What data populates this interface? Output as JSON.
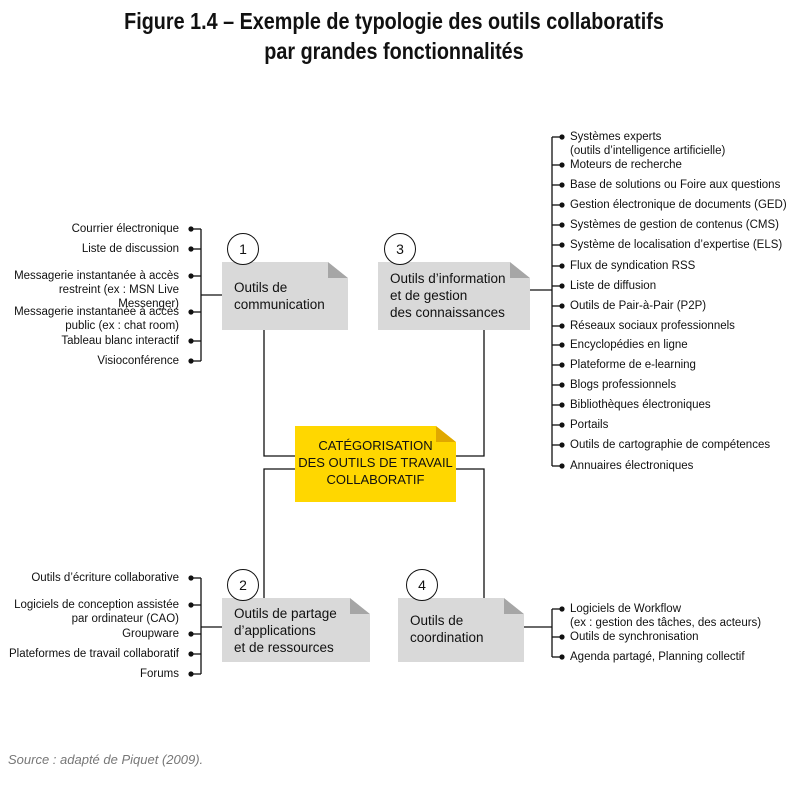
{
  "title": {
    "line1": "Figure 1.4 – Exemple de typologie des outils collaboratifs",
    "line2": "par grandes fonctionnalités"
  },
  "center": {
    "label": "CATÉGORISATION\nDES OUTILS DE TRAVAIL\nCOLLABORATIF"
  },
  "boxes": [
    {
      "number": "1",
      "label": "Outils de\ncommunication"
    },
    {
      "number": "2",
      "label": "Outils de partage\nd’applications\net de ressources"
    },
    {
      "number": "3",
      "label": "Outils d’information\net de gestion\ndes connaissances"
    },
    {
      "number": "4",
      "label": "Outils de\ncoordination"
    }
  ],
  "groups": {
    "communication": [
      "Courrier électronique",
      "Liste de discussion",
      "Messagerie instantanée à accès\nrestreint (ex : MSN Live Messenger)",
      "Messagerie instantanée à accès\npublic (ex : chat room)",
      "Tableau blanc interactif",
      "Visioconférence"
    ],
    "partage": [
      "Outils d’écriture collaborative",
      "Logiciels de conception assistée\npar ordinateur (CAO)",
      "Groupware",
      "Plateformes de travail collaboratif",
      "Forums"
    ],
    "information": [
      "Systèmes experts\n(outils d’intelligence artificielle)",
      "Moteurs de recherche",
      "Base de solutions ou Foire aux questions",
      "Gestion électronique de documents (GED)",
      "Systèmes de gestion de contenus (CMS)",
      "Système de localisation d’expertise (ELS)",
      "Flux de syndication RSS",
      "Liste de diffusion",
      "Outils de Pair-à-Pair (P2P)",
      "Réseaux sociaux professionnels",
      "Encyclopédies en ligne",
      "Plateforme de e-learning",
      "Blogs professionnels",
      "Bibliothèques électroniques",
      "Portails",
      "Outils de cartographie de compétences",
      "Annuaires électroniques"
    ],
    "coordination": [
      "Logiciels de Workflow\n(ex : gestion des tâches, des acteurs)",
      "Outils de synchronisation",
      "Agenda partagé, Planning collectif"
    ]
  },
  "source": "Source : adapté de Piquet (2009)."
}
